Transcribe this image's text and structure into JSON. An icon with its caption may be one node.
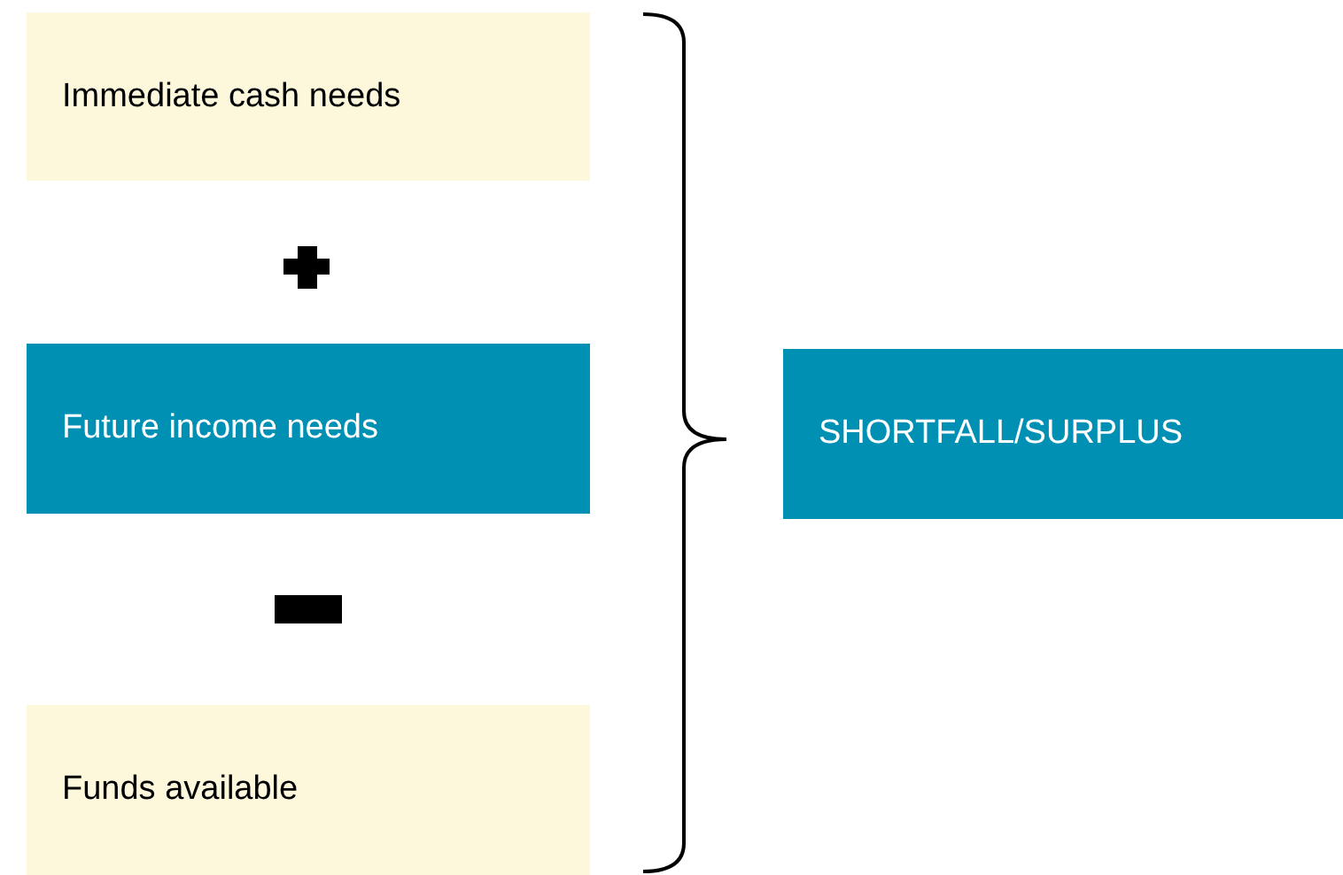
{
  "diagram": {
    "nodes": [
      {
        "text": [
          "Immediate cash needs"
        ]
      },
      {
        "text": [
          "Future income needs"
        ]
      },
      {
        "text": [
          "Funds available"
        ]
      },
      {
        "text": [
          "SHORTFALL/SURPLUS"
        ]
      }
    ],
    "edges": []
  }
}
